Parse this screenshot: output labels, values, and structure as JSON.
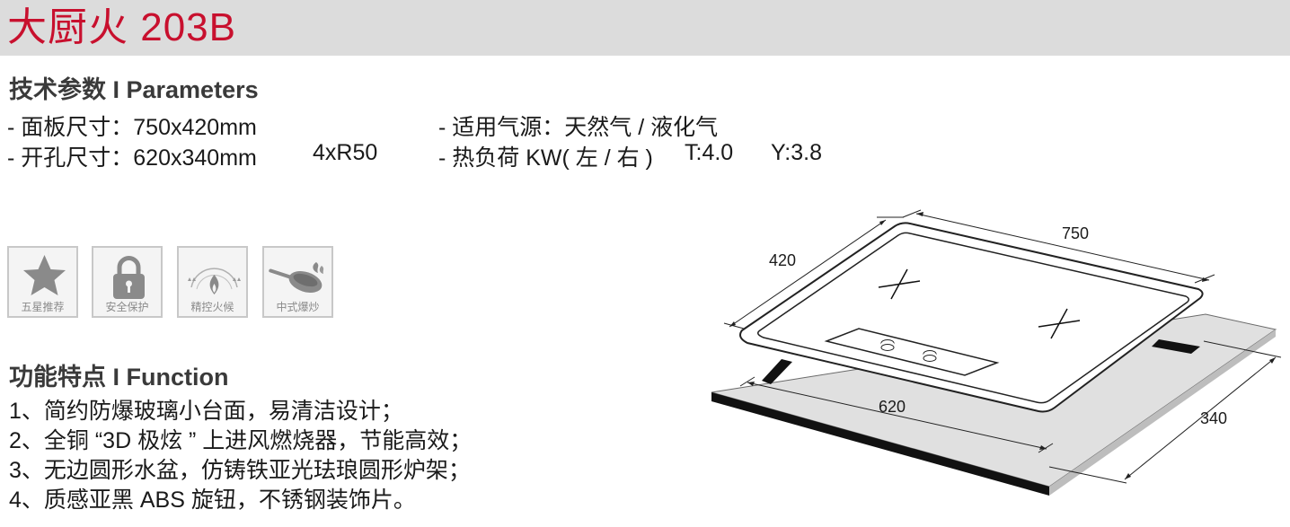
{
  "header": {
    "title": "大厨火 203B"
  },
  "parameters": {
    "heading": "技术参数 I Parameters",
    "panel_size": "- 面板尺寸：750x420mm",
    "cutout_size": "- 开孔尺寸：620x340mm",
    "cutout_radius": "4xR50",
    "gas_source": "- 适用气源：天然气 / 液化气",
    "heat_load": "- 热负荷 KW( 左 / 右 )",
    "heat_left": "T:4.0",
    "heat_right": "Y:3.8"
  },
  "feature_icons": [
    {
      "label": "五星推荐",
      "icon": "star-icon"
    },
    {
      "label": "安全保护",
      "icon": "lock-icon"
    },
    {
      "label": "精控火候",
      "icon": "flame-icon"
    },
    {
      "label": "中式爆炒",
      "icon": "wok-icon"
    }
  ],
  "functions": {
    "heading": "功能特点 I Function",
    "items": [
      "1、简约防爆玻璃小台面，易清洁设计；",
      "2、全铜 “3D 极炫 ” 上进风燃烧器，节能高效；",
      "3、无边圆形水盆，仿铸铁亚光珐琅圆形炉架；",
      "4、质感亚黑 ABS 旋钮，不锈钢装饰片。"
    ]
  },
  "diagram": {
    "width_label": "750",
    "depth_label": "420",
    "cutout_width_label": "620",
    "cutout_depth_label": "340"
  },
  "colors": {
    "title_red": "#c8102e",
    "header_gray": "#dcdcdc",
    "icon_gray": "#8a8a8a"
  }
}
